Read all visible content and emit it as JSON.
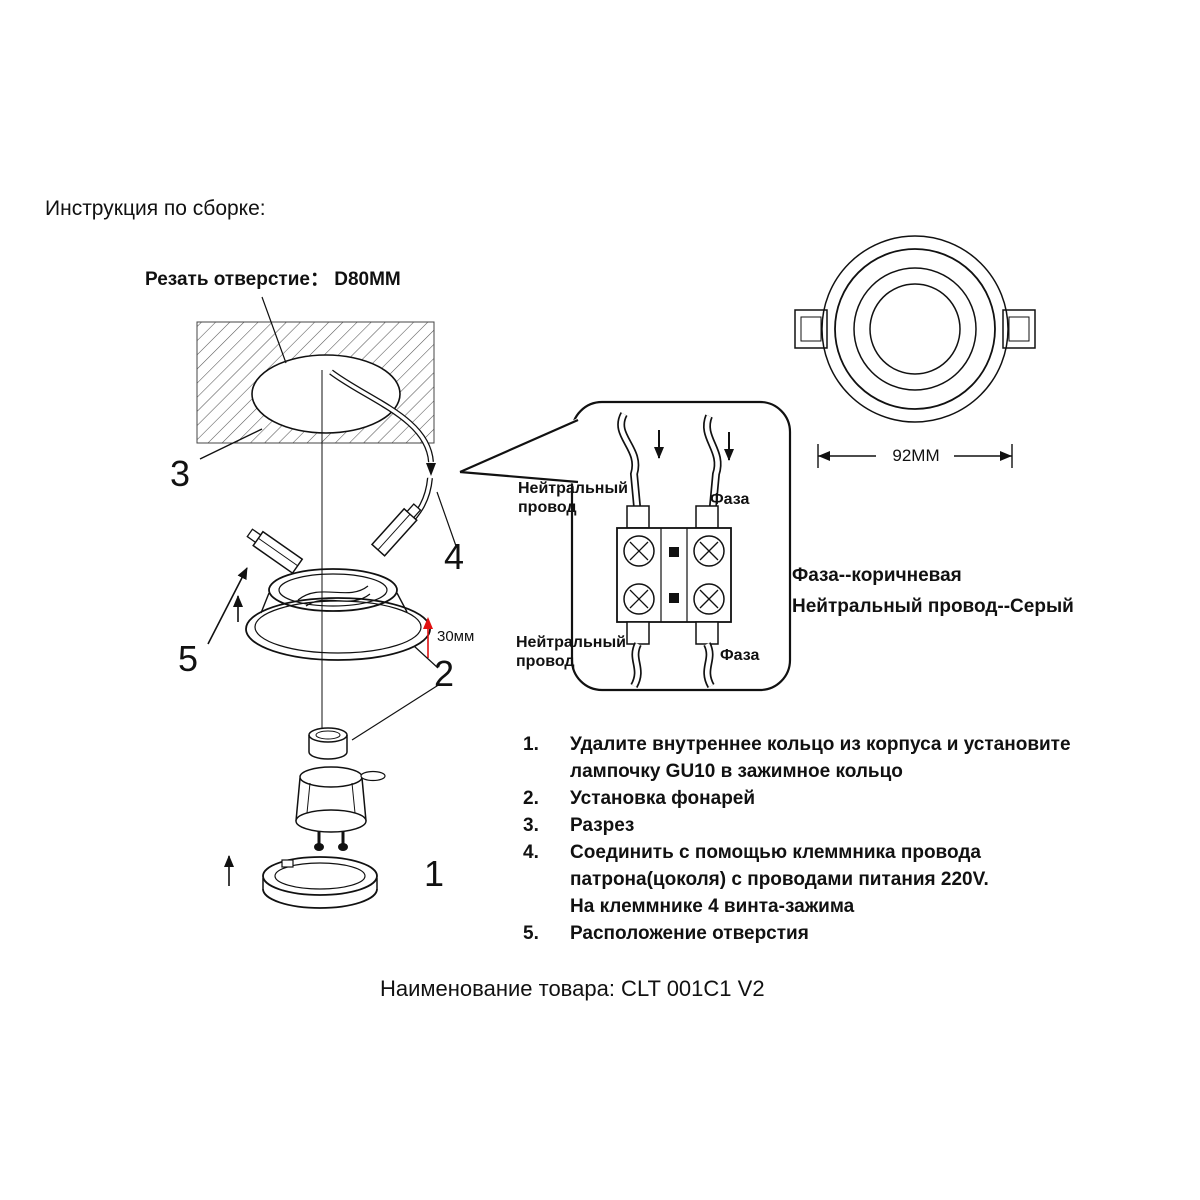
{
  "header": {
    "title": "Инструкция по сборке:"
  },
  "diagram": {
    "cut_hole_label": "Резать отверстие： D80MM",
    "dim_30": "30мм",
    "dim_92": "92MM",
    "parts": {
      "p1": "1",
      "p2": "2",
      "p3": "3",
      "p4": "4",
      "p5": "5"
    }
  },
  "wiring": {
    "neutral_top": "Нейтральный\nпровод",
    "phase_top": "Фаза",
    "neutral_bottom": "Нейтральный\nпровод",
    "phase_bottom": "Фаза",
    "phase_color": "Фаза--коричневая",
    "neutral_color": "Нейтральный провод--Серый"
  },
  "steps": [
    {
      "num": "1.",
      "text": "Удалите внутреннее кольцо из корпуса и установите\nлампочку GU10 в зажимное кольцо"
    },
    {
      "num": "2.",
      "text": "Установка фонарей"
    },
    {
      "num": "3.",
      "text": "Разрез"
    },
    {
      "num": "4.",
      "text": "Соединить с помощью клеммника провода\nпатрона(цоколя) с проводами питания 220V.\nНа клеммнике 4 винта-зажима"
    },
    {
      "num": "5.",
      "text": "Расположение отверстия"
    }
  ],
  "footer": {
    "product": "Наименование товара: CLT 001C1 V2"
  },
  "colors": {
    "annotation_red": "#e01010",
    "line_black": "#111111"
  }
}
